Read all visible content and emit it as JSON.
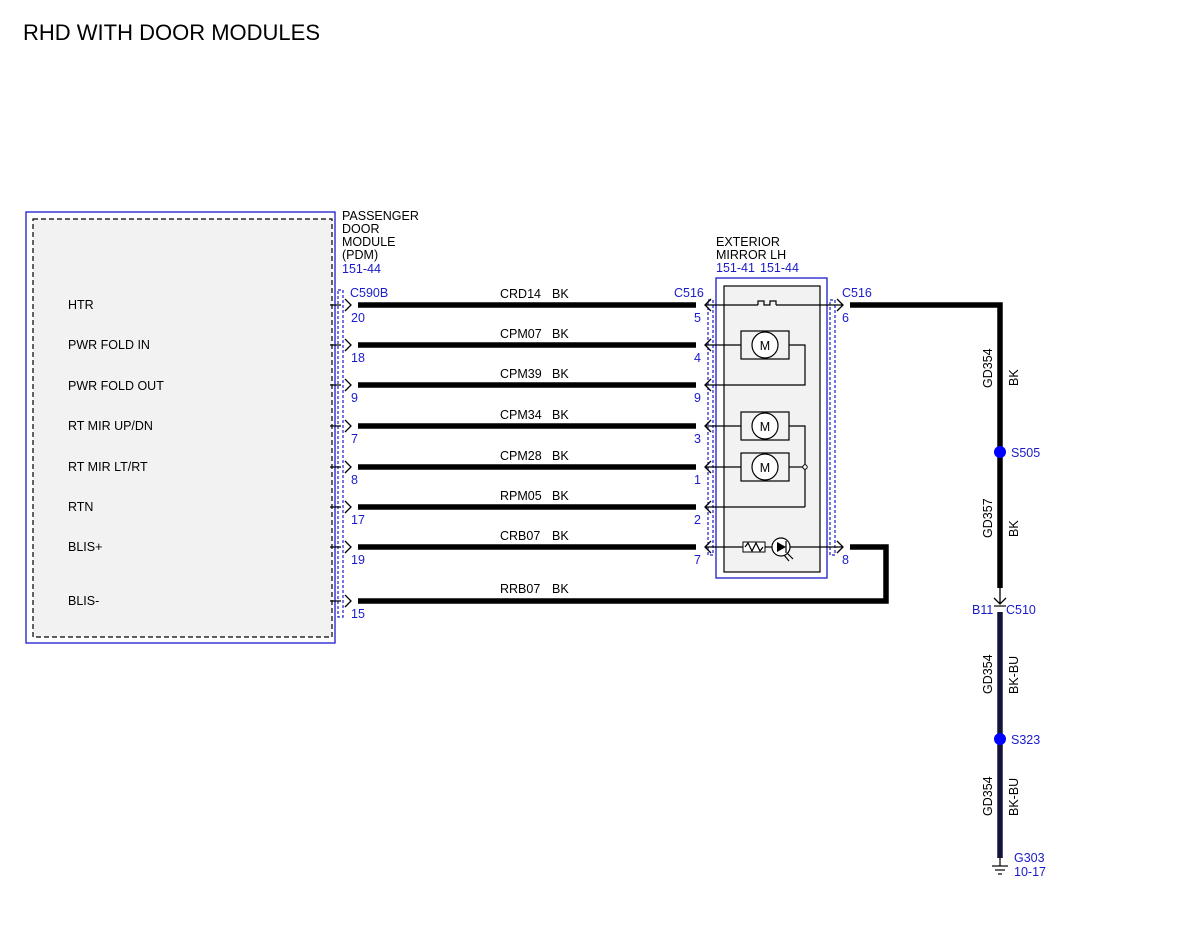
{
  "title": "RHD WITH DOOR MODULES",
  "pdm": {
    "name_lines": [
      "PASSENGER",
      "DOOR",
      "MODULE",
      "(PDM)"
    ],
    "ref": "151-44",
    "connector": "C590B",
    "pins": [
      {
        "label": "HTR",
        "pin": "20",
        "circuit": "CRD14",
        "color": "BK",
        "mirror_pin": "5"
      },
      {
        "label": "PWR FOLD IN",
        "pin": "18",
        "circuit": "CPM07",
        "color": "BK",
        "mirror_pin": "4"
      },
      {
        "label": "PWR FOLD OUT",
        "pin": "9",
        "circuit": "CPM39",
        "color": "BK",
        "mirror_pin": "9"
      },
      {
        "label": "RT MIR UP/DN",
        "pin": "7",
        "circuit": "CPM34",
        "color": "BK",
        "mirror_pin": "3"
      },
      {
        "label": "RT MIR LT/RT",
        "pin": "8",
        "circuit": "CPM28",
        "color": "BK",
        "mirror_pin": "1"
      },
      {
        "label": "RTN",
        "pin": "17",
        "circuit": "RPM05",
        "color": "BK",
        "mirror_pin": "2"
      },
      {
        "label": "BLIS+",
        "pin": "19",
        "circuit": "CRB07",
        "color": "BK",
        "mirror_pin": "7"
      },
      {
        "label": "BLIS-",
        "pin": "15",
        "circuit": "RRB07",
        "color": "BK",
        "mirror_pin": ""
      }
    ]
  },
  "mirror": {
    "name_lines": [
      "EXTERIOR",
      "MIRROR LH"
    ],
    "refs": [
      "151-41",
      "151-44"
    ],
    "connector_left": "C516",
    "connector_right": "C516",
    "right_pin_top": "6",
    "right_pin_bottom": "8",
    "motor_label": "M"
  },
  "ground_path": {
    "segments": [
      {
        "circuit": "GD354",
        "color": "BK"
      },
      {
        "circuit": "GD357",
        "color": "BK"
      },
      {
        "circuit": "GD354",
        "color": "BK-BU"
      },
      {
        "circuit": "GD354",
        "color": "BK-BU"
      }
    ],
    "splices": [
      "S505",
      "S323"
    ],
    "inline_pin": "B11",
    "inline_connector": "C510",
    "ground": "G303",
    "ground_ref": "10-17"
  },
  "colors": {
    "wire": "#000000",
    "connector_blue": "#1a1acc",
    "splice_dot": "#0000ff",
    "module_fill": "#f2f2f2"
  }
}
